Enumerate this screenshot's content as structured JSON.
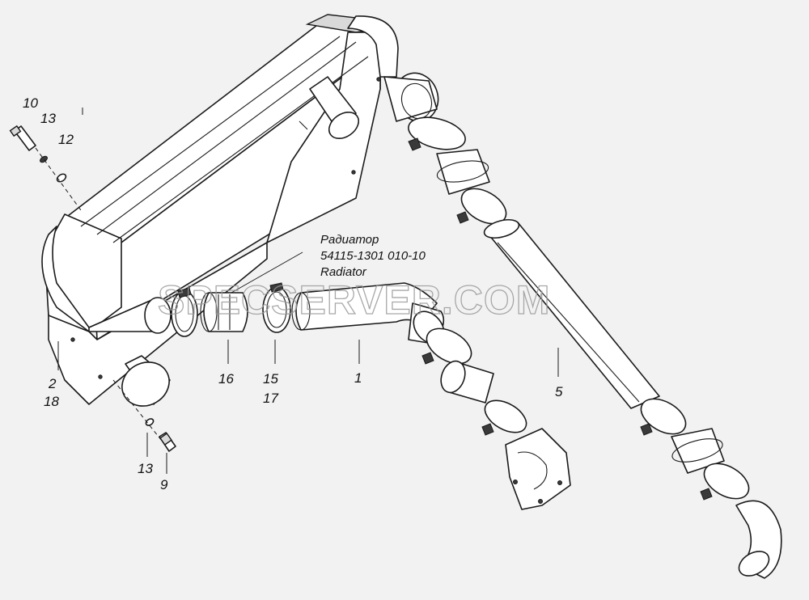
{
  "radiator_note": {
    "line1": "Радиатор",
    "line2": "54115-1301 010-10",
    "line3": "Radiator"
  },
  "callouts": {
    "c10": "10",
    "c13_top": "13",
    "c12": "12",
    "c2": "2",
    "c18": "18",
    "c16": "16",
    "c15": "15",
    "c17": "17",
    "c1": "1",
    "c5": "5",
    "c13_bottom": "13",
    "c9": "9"
  },
  "watermark": "SPECSERVER.COM",
  "colors": {
    "background": "#f2f2f2",
    "line": "#1a1a1a",
    "watermark": "#9a9a9a"
  }
}
